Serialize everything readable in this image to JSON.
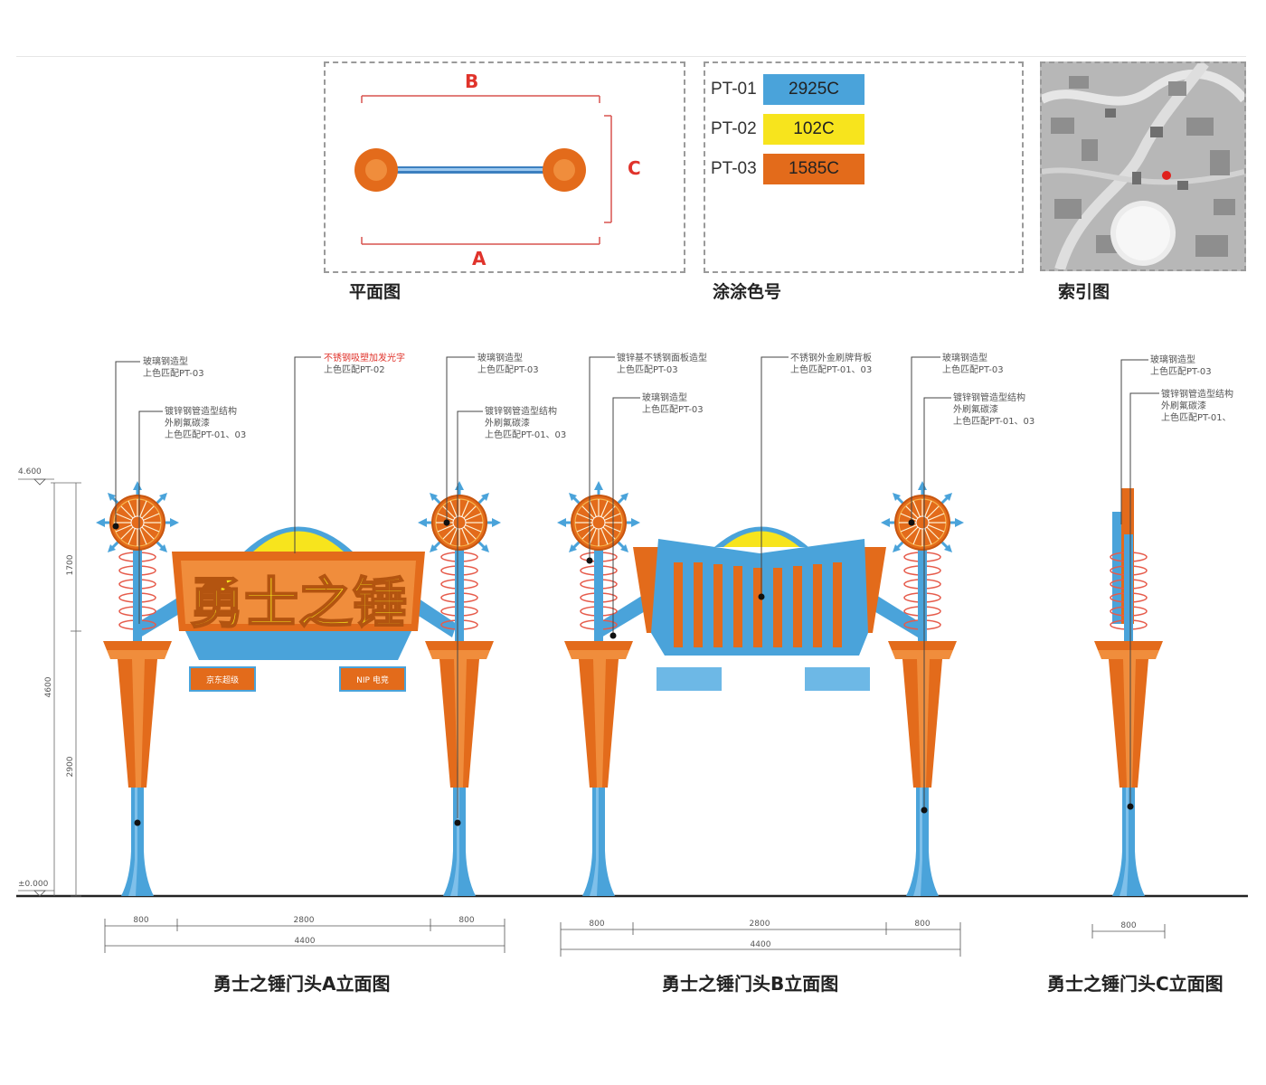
{
  "plan": {
    "title": "平面图",
    "label_a": "A",
    "label_b": "B",
    "label_c": "C"
  },
  "paint": {
    "title": "涂涂色号",
    "swatches": [
      {
        "code": "PT-01",
        "value": "2925C",
        "color": "#4aa3da"
      },
      {
        "code": "PT-02",
        "value": "102C",
        "color": "#f7e41d"
      },
      {
        "code": "PT-03",
        "value": "1585C",
        "color": "#e36b1b"
      }
    ]
  },
  "index_map": {
    "title": "索引图"
  },
  "elevation_a": {
    "caption": "勇士之锤门头A立面图",
    "notes": [
      {
        "l1": "玻璃钢造型",
        "l2": "上色匹配PT-03",
        "l3": ""
      },
      {
        "l1": "镀锌钢管造型结构",
        "l2": "外刷氟碳漆",
        "l3": "上色匹配PT-01、03"
      },
      {
        "l1": "不锈钢吸塑加发光字",
        "l2": "上色匹配PT-02",
        "l3": ""
      },
      {
        "l1": "玻璃钢造型",
        "l2": "上色匹配PT-03",
        "l3": ""
      },
      {
        "l1": "镀锌钢管造型结构",
        "l2": "外刷氟碳漆",
        "l3": "上色匹配PT-01、03"
      }
    ],
    "dims_top": [
      "800",
      "2800",
      "800"
    ],
    "dim_total": "4400",
    "elev_top": "4.600",
    "elev_zero": "±0.000",
    "vdims": [
      "1700",
      "4600",
      "2900"
    ],
    "logo_text": "勇士之锤",
    "badge_left": "京东超级",
    "badge_right": "NIP 电竞"
  },
  "elevation_b": {
    "caption": "勇士之锤门头B立面图",
    "notes": [
      {
        "l1": "镀锌基不锈钢面板造型",
        "l2": "上色匹配PT-03",
        "l3": ""
      },
      {
        "l1": "玻璃钢造型",
        "l2": "上色匹配PT-03",
        "l3": ""
      },
      {
        "l1": "不锈钢外金刷牌背板",
        "l2": "上色匹配PT-01、03",
        "l3": ""
      },
      {
        "l1": "玻璃钢造型",
        "l2": "上色匹配PT-03",
        "l3": ""
      },
      {
        "l1": "镀锌钢管造型结构",
        "l2": "外刷氟碳漆",
        "l3": "上色匹配PT-01、03"
      }
    ],
    "dims_top": [
      "800",
      "2800",
      "800"
    ],
    "dim_total": "4400"
  },
  "elevation_c": {
    "caption": "勇士之锤门头C立面图",
    "notes": [
      {
        "l1": "玻璃钢造型",
        "l2": "上色匹配PT-03",
        "l3": ""
      },
      {
        "l1": "镀锌钢管造型结构",
        "l2": "外刷氟碳漆",
        "l3": "上色匹配PT-01、"
      }
    ],
    "dim": "800"
  }
}
